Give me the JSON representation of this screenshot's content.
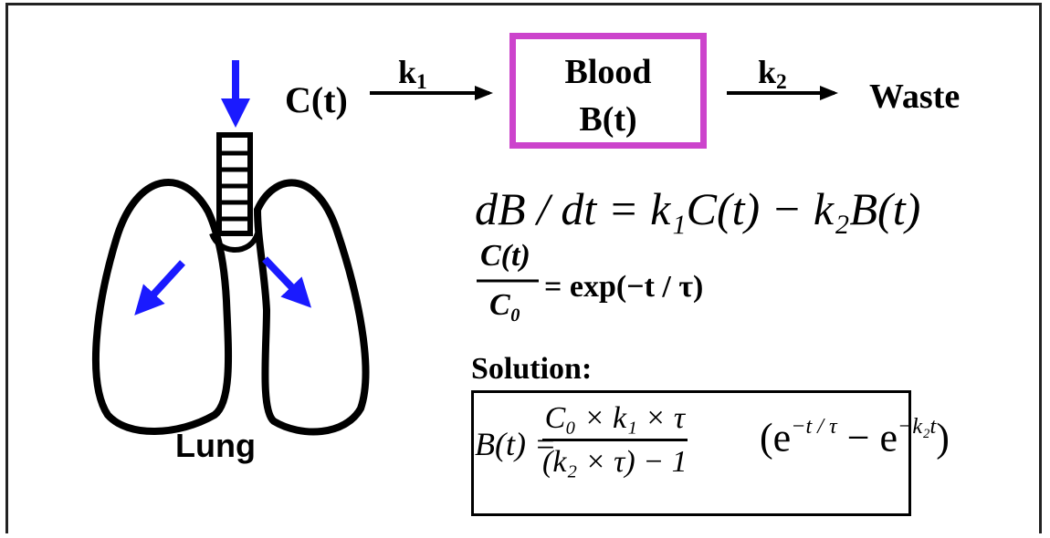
{
  "flow": {
    "input_label": "C(t)",
    "k1": "k",
    "k1_sub": "1",
    "blood_line1": "Blood",
    "blood_line2": "B(t)",
    "k2": "k",
    "k2_sub": "2",
    "output_label": "Waste"
  },
  "lung": {
    "label": "Lung"
  },
  "equations": {
    "ode": "dB / dt = k₁C(t) − k₂B(t)",
    "ratio_num": "C(t)",
    "ratio_den": "C₀",
    "ratio_rhs": "= exp(−t / τ)",
    "solution_heading": "Solution:",
    "solution_lhs": "B(t) =",
    "solution_num": "C₀ × k₁ × τ",
    "solution_den": "(k₂ × τ) − 1",
    "solution_rhs_open": "(e",
    "solution_exp1": "−t / τ",
    "solution_minus": " − e",
    "solution_exp2": "−k₂t",
    "solution_rhs_close": ")"
  },
  "colors": {
    "arrow_blue": "#1a1aff",
    "box_magenta": "#cc44cc"
  }
}
